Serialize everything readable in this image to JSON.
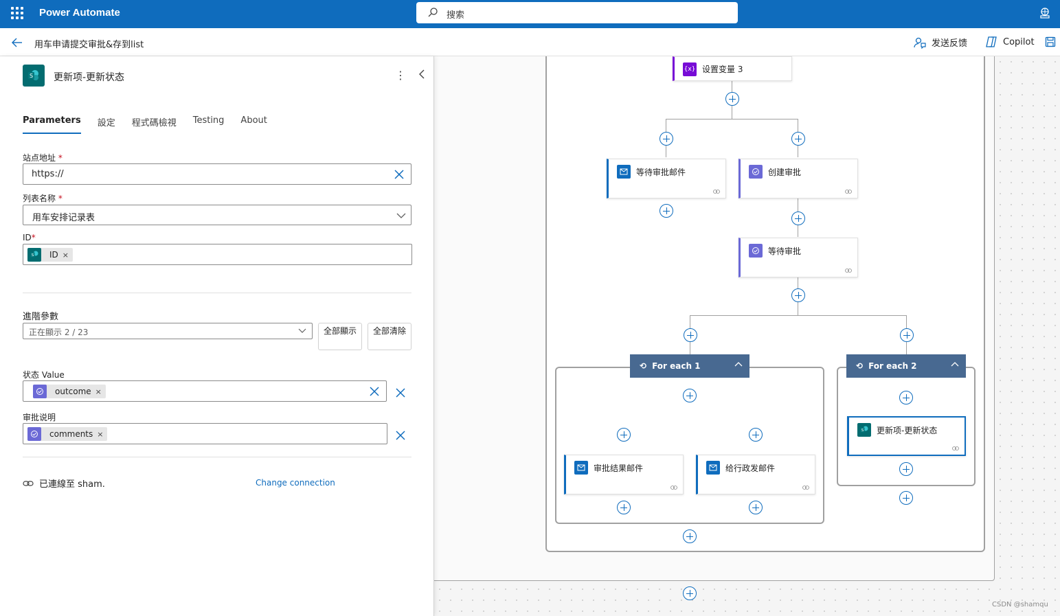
{
  "topbar": {
    "app_name": "Power Automate",
    "search_placeholder": "搜索"
  },
  "subbar": {
    "flow_title": "用车申请提交审批&存到list",
    "feedback_label": "发送反馈",
    "copilot_label": "Copilot"
  },
  "panel": {
    "title": "更新项-更新状态",
    "tabs": [
      "Parameters",
      "設定",
      "程式碼檢視",
      "Testing",
      "About"
    ],
    "fields": {
      "site_label": "站点地址",
      "site_value": "https://",
      "list_label": "列表名称",
      "list_value": "用车安排记录表",
      "id_label": "ID",
      "id_token": "ID",
      "advanced_label": "進階參數",
      "advanced_value": "正在顯示 2 / 23",
      "show_all": "全部顯示",
      "clear_all": "全部清除",
      "status_label": "状态 Value",
      "status_token": "outcome",
      "comment_label": "审批说明",
      "comment_token": "comments"
    },
    "connection_text": "已連線至 sham.",
    "change_connection": "Change connection",
    "required_mark": "*"
  },
  "canvas": {
    "nodes": {
      "set_var": "设置变量 3",
      "wait_mail": "等待审批邮件",
      "create_approval": "创建审批",
      "wait_approval": "等待审批",
      "result_mail": "审批结果邮件",
      "admin_mail": "给行政发邮件",
      "update_item": "更新项-更新状态"
    },
    "scopes": {
      "foreach1": "For each 1",
      "foreach2": "For each 2"
    }
  },
  "watermark": "CSDN @shamqu",
  "colors": {
    "brand": "#0f6cbd",
    "sharepoint": "#036c70",
    "approvals": "#6b69d6",
    "variable": "#770bd6",
    "scope_header": "#486991"
  }
}
